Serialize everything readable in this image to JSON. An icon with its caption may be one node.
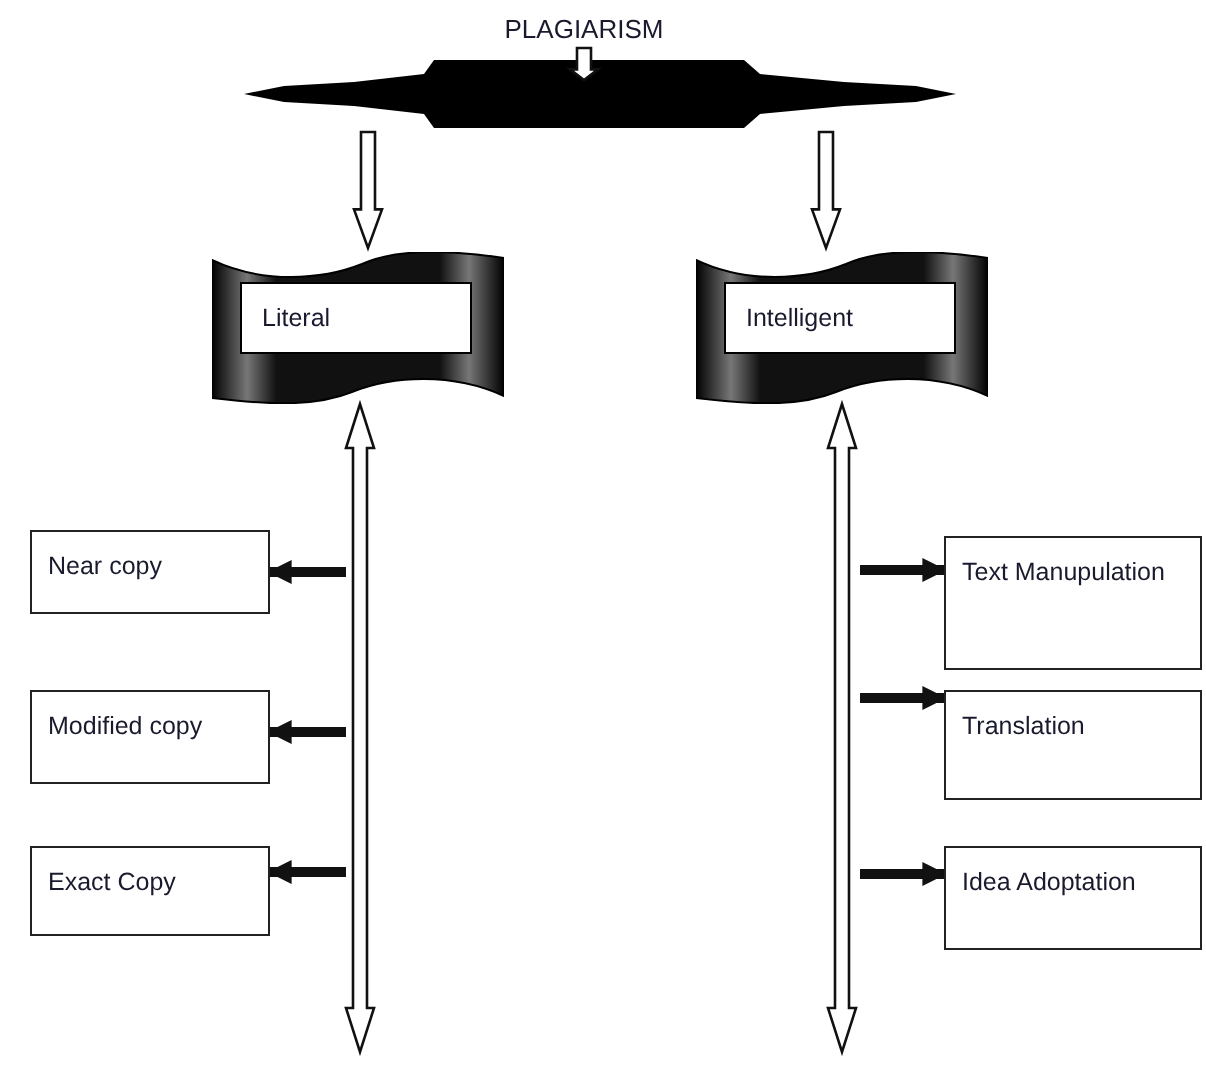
{
  "diagram": {
    "nodes": [
      {
        "text": [
          "PLAGIARISM"
        ]
      },
      {
        "text": [],
        "shape": "bar"
      },
      {
        "text": [
          "Literal"
        ]
      },
      {
        "text": [
          "Intelligent"
        ]
      },
      {
        "text": [
          "Near  copy"
        ]
      },
      {
        "text": [
          "Modified copy"
        ]
      },
      {
        "text": [
          "Exact Copy"
        ]
      },
      {
        "text": [
          "Text Manupulation"
        ]
      },
      {
        "text": [
          "Translation"
        ]
      },
      {
        "text": [
          "Idea Adoptation"
        ]
      }
    ],
    "edges": [
      {
        "from": 0,
        "to": 1,
        "arrow": "to",
        "style": "thick"
      },
      {
        "from": 1,
        "to": 2,
        "arrow": "to",
        "style": "thick"
      },
      {
        "from": 1,
        "to": 3,
        "arrow": "to",
        "style": "thick"
      },
      {
        "from": 2,
        "to": null,
        "arrow": "both",
        "style": "thick"
      },
      {
        "from": 3,
        "to": null,
        "arrow": "both",
        "style": "thick"
      },
      {
        "from": null,
        "to": 4,
        "arrow": "to"
      },
      {
        "from": null,
        "to": 5,
        "arrow": "to"
      },
      {
        "from": null,
        "to": 6,
        "arrow": "to"
      },
      {
        "from": null,
        "to": 7,
        "arrow": "to"
      },
      {
        "from": null,
        "to": 8,
        "arrow": "to"
      },
      {
        "from": null,
        "to": 9,
        "arrow": "to"
      }
    ]
  }
}
